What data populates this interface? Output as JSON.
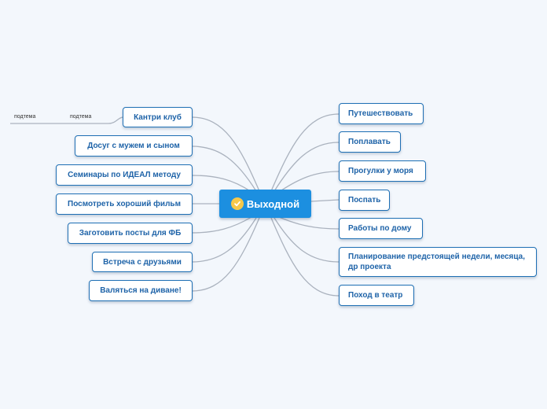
{
  "central": {
    "label": "Выходной",
    "icon": "checkmark-icon"
  },
  "left_topics": [
    "Кантри клуб",
    "Досуг с мужем и сыном",
    "Семинары по ИДЕАЛ методу",
    "Посмотреть хороший фильм",
    "Заготовить посты для ФБ",
    "Встреча с друзьями",
    "Валяться на диване!"
  ],
  "right_topics": [
    "Путешествовать",
    "Поплавать",
    "Прогулки у моря",
    "Поспать",
    "Работы по дому",
    "Планирование предстоящей недели, месяца, др проекта",
    "Поход в театр"
  ],
  "subtopics": [
    "подтема",
    "подтема"
  ],
  "colors": {
    "accent": "#1c8fe0",
    "border": "#1e6fb4",
    "text": "#1e63a8",
    "connector": "#a9b1bd"
  }
}
